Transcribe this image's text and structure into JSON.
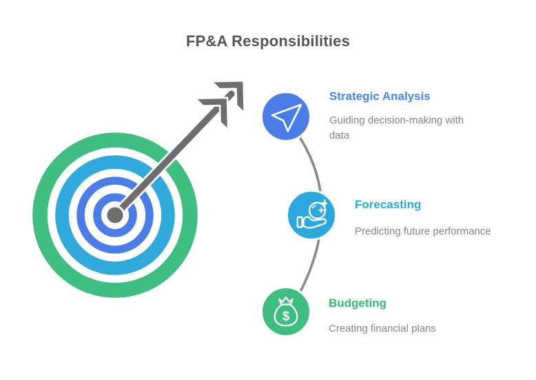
{
  "title": "FP&A Responsibilities",
  "items": [
    {
      "label": "Strategic Analysis",
      "description": "Guiding decision-making with data",
      "icon": "send-icon",
      "accent_color": "#4285F4",
      "circle_color": "#4A7DE8"
    },
    {
      "label": "Forecasting",
      "description": "Predicting future performance",
      "icon": "crystal-ball-icon",
      "accent_color": "#29ABE2",
      "circle_color": "#2BA9DF"
    },
    {
      "label": "Budgeting",
      "description": "Creating financial plans",
      "icon": "money-bag-icon",
      "accent_color": "#2EBE70",
      "circle_color": "#3EBE80"
    }
  ],
  "graphic": {
    "type": "bullseye-target-with-arrow",
    "ring_colors": {
      "outer": "#3EBE80",
      "middle": "#30A9DC",
      "inner": "#4A7DE8"
    },
    "arrow_color": "#6E6E6E",
    "connector_color": "#8A8A8A"
  },
  "colors": {
    "title": "#55565A",
    "description": "#85868A",
    "background": "#FFFFFF"
  }
}
